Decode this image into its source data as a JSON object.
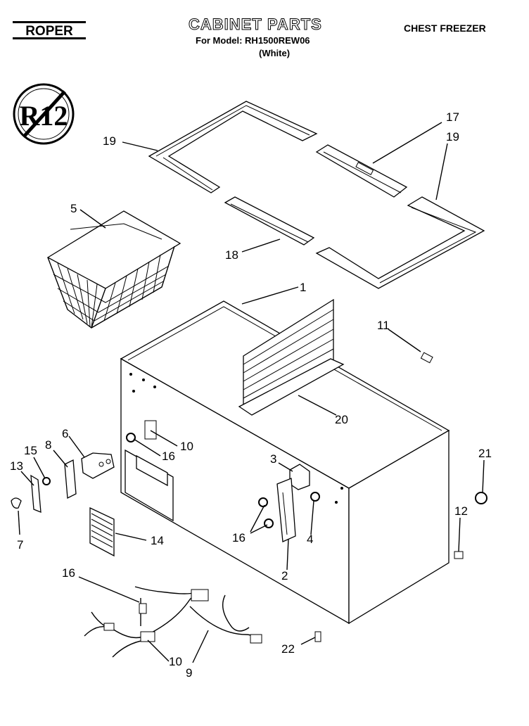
{
  "header": {
    "brand": "ROPER",
    "title": "CABINET PARTS",
    "model_line": "For Model: RH1500REW06",
    "color_line": "(White)",
    "category": "CHEST FREEZER"
  },
  "badge": {
    "text": "R12",
    "meaning": "no-r12-refrigerant"
  },
  "callouts": [
    "19",
    "17",
    "19",
    "5",
    "18",
    "1",
    "11",
    "20",
    "6",
    "8",
    "15",
    "13",
    "10",
    "16",
    "3",
    "21",
    "16",
    "4",
    "12",
    "7",
    "14",
    "2",
    "16",
    "9",
    "10",
    "22"
  ]
}
